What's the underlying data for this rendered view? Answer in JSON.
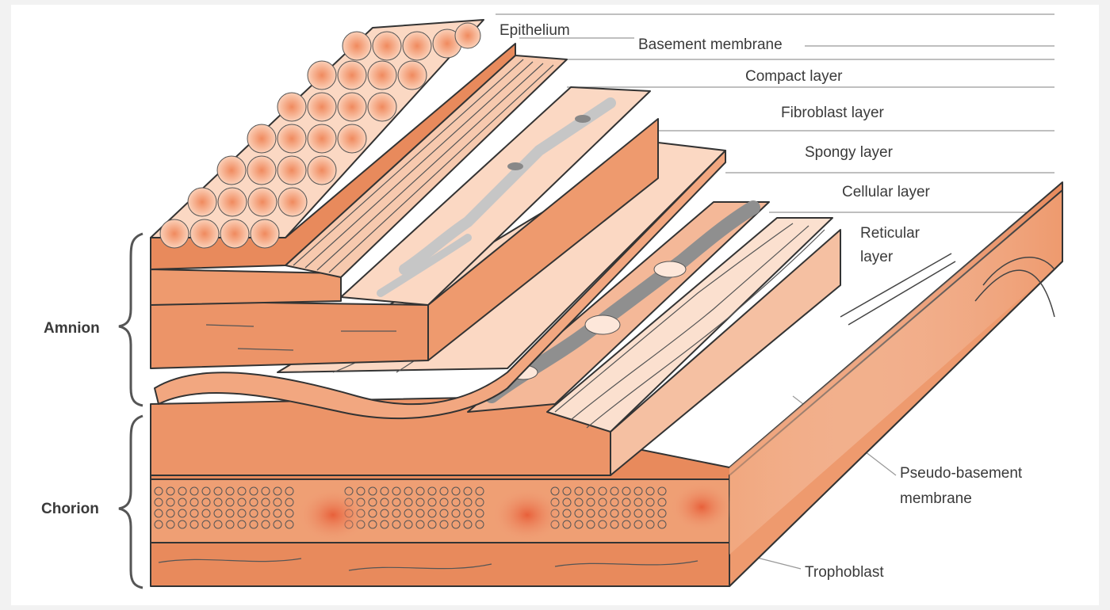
{
  "labels": {
    "epithelium": "Epithelium",
    "basement_membrane": "Basement membrane",
    "compact_layer": "Compact layer",
    "fibroblast_layer": "Fibroblast layer",
    "spongy_layer": "Spongy layer",
    "cellular_layer": "Cellular layer",
    "reticular_layer_1": "Reticular",
    "reticular_layer_2": "layer",
    "pseudo_basement_1": "Pseudo-basement",
    "pseudo_basement_2": "membrane",
    "trophoblast": "Trophoblast"
  },
  "sides": {
    "amnion": "Amnion",
    "chorion": "Chorion"
  },
  "colors": {
    "dark_orange": "#e88a5c",
    "mid_orange": "#f2ad86",
    "light_peach": "#fbd8c3",
    "pale_peach": "#fde7da",
    "gray_cell": "#9a9a9a",
    "light_gray_cell": "#c8c8c8",
    "outline": "#333333"
  }
}
